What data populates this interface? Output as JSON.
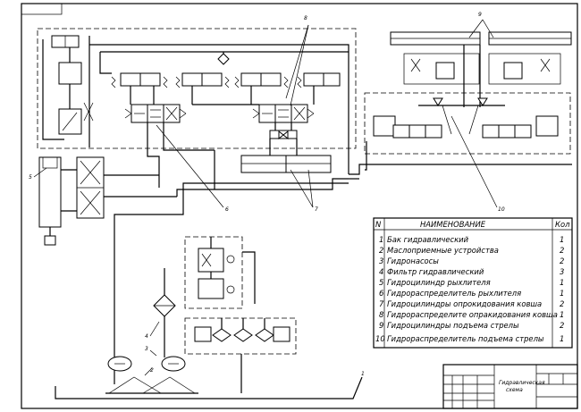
{
  "table": {
    "headers": {
      "n": "N",
      "name": "НАИМЕНОВАНИЕ",
      "qty": "Кол"
    },
    "rows": [
      {
        "n": "1",
        "name": "Бак гидравлический",
        "qty": "1"
      },
      {
        "n": "2",
        "name": "Маслоприемные устройства",
        "qty": "2"
      },
      {
        "n": "3",
        "name": "Гидронасосы",
        "qty": "2"
      },
      {
        "n": "4",
        "name": "Фильтр гидравлический",
        "qty": "3"
      },
      {
        "n": "5",
        "name": "Гидроцилиндр рыхлителя",
        "qty": "1"
      },
      {
        "n": "6",
        "name": "Гидрораспределитель рыхлителя",
        "qty": "1"
      },
      {
        "n": "7",
        "name": "Гидроцилиндры опрокидования ковша",
        "qty": "2"
      },
      {
        "n": "8",
        "name": "Гидрораспределите опракидования ковша",
        "qty": "1"
      },
      {
        "n": "9",
        "name": "Гидроцилиндры подъема стрелы",
        "qty": "2"
      },
      {
        "n": "10",
        "name": "Гидрораспределитель подъема стрелы",
        "qty": "1"
      }
    ]
  },
  "title_block": {
    "title_line1": "Гидравлическая",
    "title_line2": "схема"
  },
  "callouts": [
    "1",
    "2",
    "3",
    "4",
    "5",
    "6",
    "7",
    "8",
    "9",
    "10"
  ]
}
